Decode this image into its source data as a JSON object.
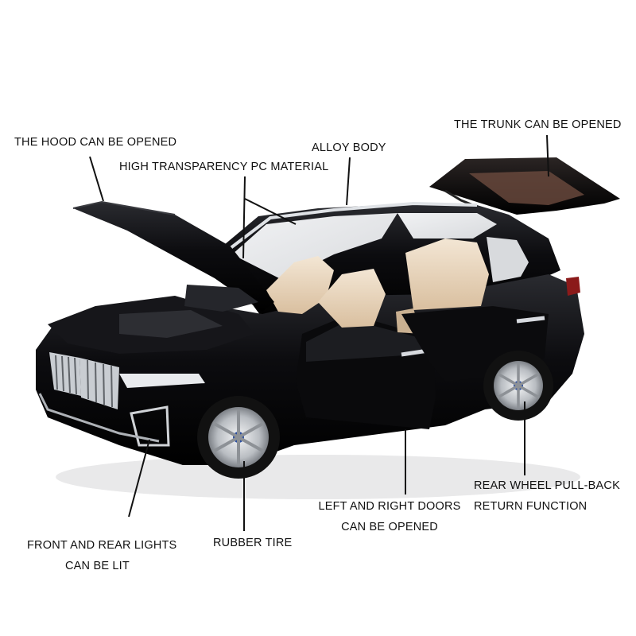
{
  "labels": {
    "hood": "THE HOOD CAN BE OPENED",
    "trunk": "THE TRUNK CAN BE OPENED",
    "alloy": "ALLOY BODY",
    "pc": "HIGH TRANSPARENCY PC MATERIAL",
    "pullback_1": "REAR WHEEL PULL-BACK",
    "pullback_2": "RETURN FUNCTION",
    "doors_1": "LEFT AND RIGHT DOORS",
    "doors_2": "CAN BE OPENED",
    "tire": "RUBBER TIRE",
    "lights_1": "FRONT AND REAR LIGHTS",
    "lights_2": "CAN BE LIT"
  },
  "colors": {
    "body": "#0b0b0d",
    "interior": "#e9d6bf",
    "chrome": "#c9cdd2",
    "leader": "#111111"
  }
}
